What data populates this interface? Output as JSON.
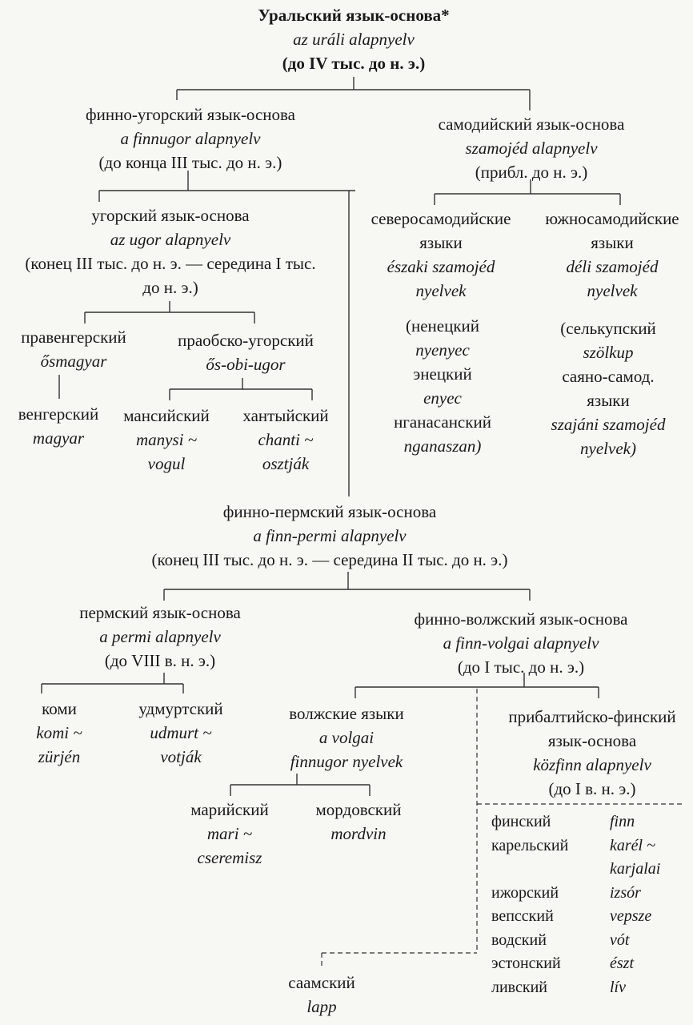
{
  "nodes": {
    "uralic": {
      "ru": "Уральский язык-основа*",
      "hu": "az uráli alapnyelv",
      "date": "(до IV тыс. до н. э.)"
    },
    "finno_ugric": {
      "ru": "финно-угорский язык-основа",
      "hu": "a finnugor alapnyelv",
      "date": "(до конца III тыс. до н. э.)"
    },
    "samoyedic": {
      "ru": "самодийский язык-основа",
      "hu": "szamojéd alapnyelv",
      "date": "(прибл. до н. э.)"
    },
    "ugric": {
      "ru": "угорский язык-основа",
      "hu": "az ugor alapnyelv",
      "date1": "(конец III тыс. до н. э. — середина I тыс.",
      "date2": "до н. э.)"
    },
    "north_samoyedic": {
      "ru1": "северосамодийские",
      "ru2": "языки",
      "hu1": "északi szamojéd",
      "hu2": "nyelvek",
      "members": [
        "(ненецкий",
        "nyenyec",
        "энецкий",
        "enyec",
        "нганасанский",
        "nganaszan)"
      ]
    },
    "south_samoyedic": {
      "ru1": "южносамодийские",
      "ru2": "языки",
      "hu1": "déli szamojéd",
      "hu2": "nyelvek",
      "members": [
        "(селькупский",
        "szölkup",
        "саяно-самод.",
        "языки",
        "szajáni szamojéd",
        "nyelvek)"
      ]
    },
    "pre_hungarian": {
      "ru": "правенгерский",
      "hu": "ősmagyar"
    },
    "pre_ob_ugric": {
      "ru": "праобско-угорский",
      "hu": "ős-obi-ugor"
    },
    "hungarian": {
      "ru": "венгерский",
      "hu": "magyar"
    },
    "mansi": {
      "ru": "мансийский",
      "hu1": "manysi ~",
      "hu2": "vogul"
    },
    "khanty": {
      "ru": "хантыйский",
      "hu1": "chanti ~",
      "hu2": "osztják"
    },
    "finno_permic": {
      "ru": "финно-пермский язык-основа",
      "hu": "a finn-permi alapnyelv",
      "date": "(конец III тыс. до н. э. — середина II тыс. до н. э.)"
    },
    "permic": {
      "ru": "пермский язык-основа",
      "hu": "a permi alapnyelv",
      "date": "(до VIII в. н. э.)"
    },
    "finno_volgaic": {
      "ru": "финно-волжский язык-основа",
      "hu": "a finn-volgai alapnyelv",
      "date": "(до I тыс. до н. э.)"
    },
    "komi": {
      "ru": "коми",
      "hu1": "komi ~",
      "hu2": "zürjén"
    },
    "udmurt": {
      "ru": "удмуртский",
      "hu1": "udmurt ~",
      "hu2": "votják"
    },
    "volgaic": {
      "ru": "волжские языки",
      "hu1": "a volgai",
      "hu2": "finnugor nyelvek"
    },
    "finnic": {
      "ru1": "прибалтийско-финский",
      "ru2": "язык-основа",
      "hu": "közfinn alapnyelv",
      "date": "(до I в. н. э.)"
    },
    "mari": {
      "ru": "марийский",
      "hu1": "mari ~",
      "hu2": "cseremisz"
    },
    "mordvin": {
      "ru": "мордовский",
      "hu": "mordvin"
    },
    "saami": {
      "ru": "саамский",
      "hu": "lapp"
    }
  },
  "finnic_list": {
    "ru": [
      "финский",
      "карельский",
      "",
      "ижорский",
      "вепсский",
      "водский",
      "эстонский",
      "ливский"
    ],
    "hu": [
      "finn",
      "karél ~",
      "karjalai",
      "izsór",
      "vepsze",
      "vót",
      "észt",
      "lív"
    ]
  },
  "colors": {
    "paper": "#f7f7f3",
    "ink": "#1a1a1a",
    "line": "#333333"
  }
}
